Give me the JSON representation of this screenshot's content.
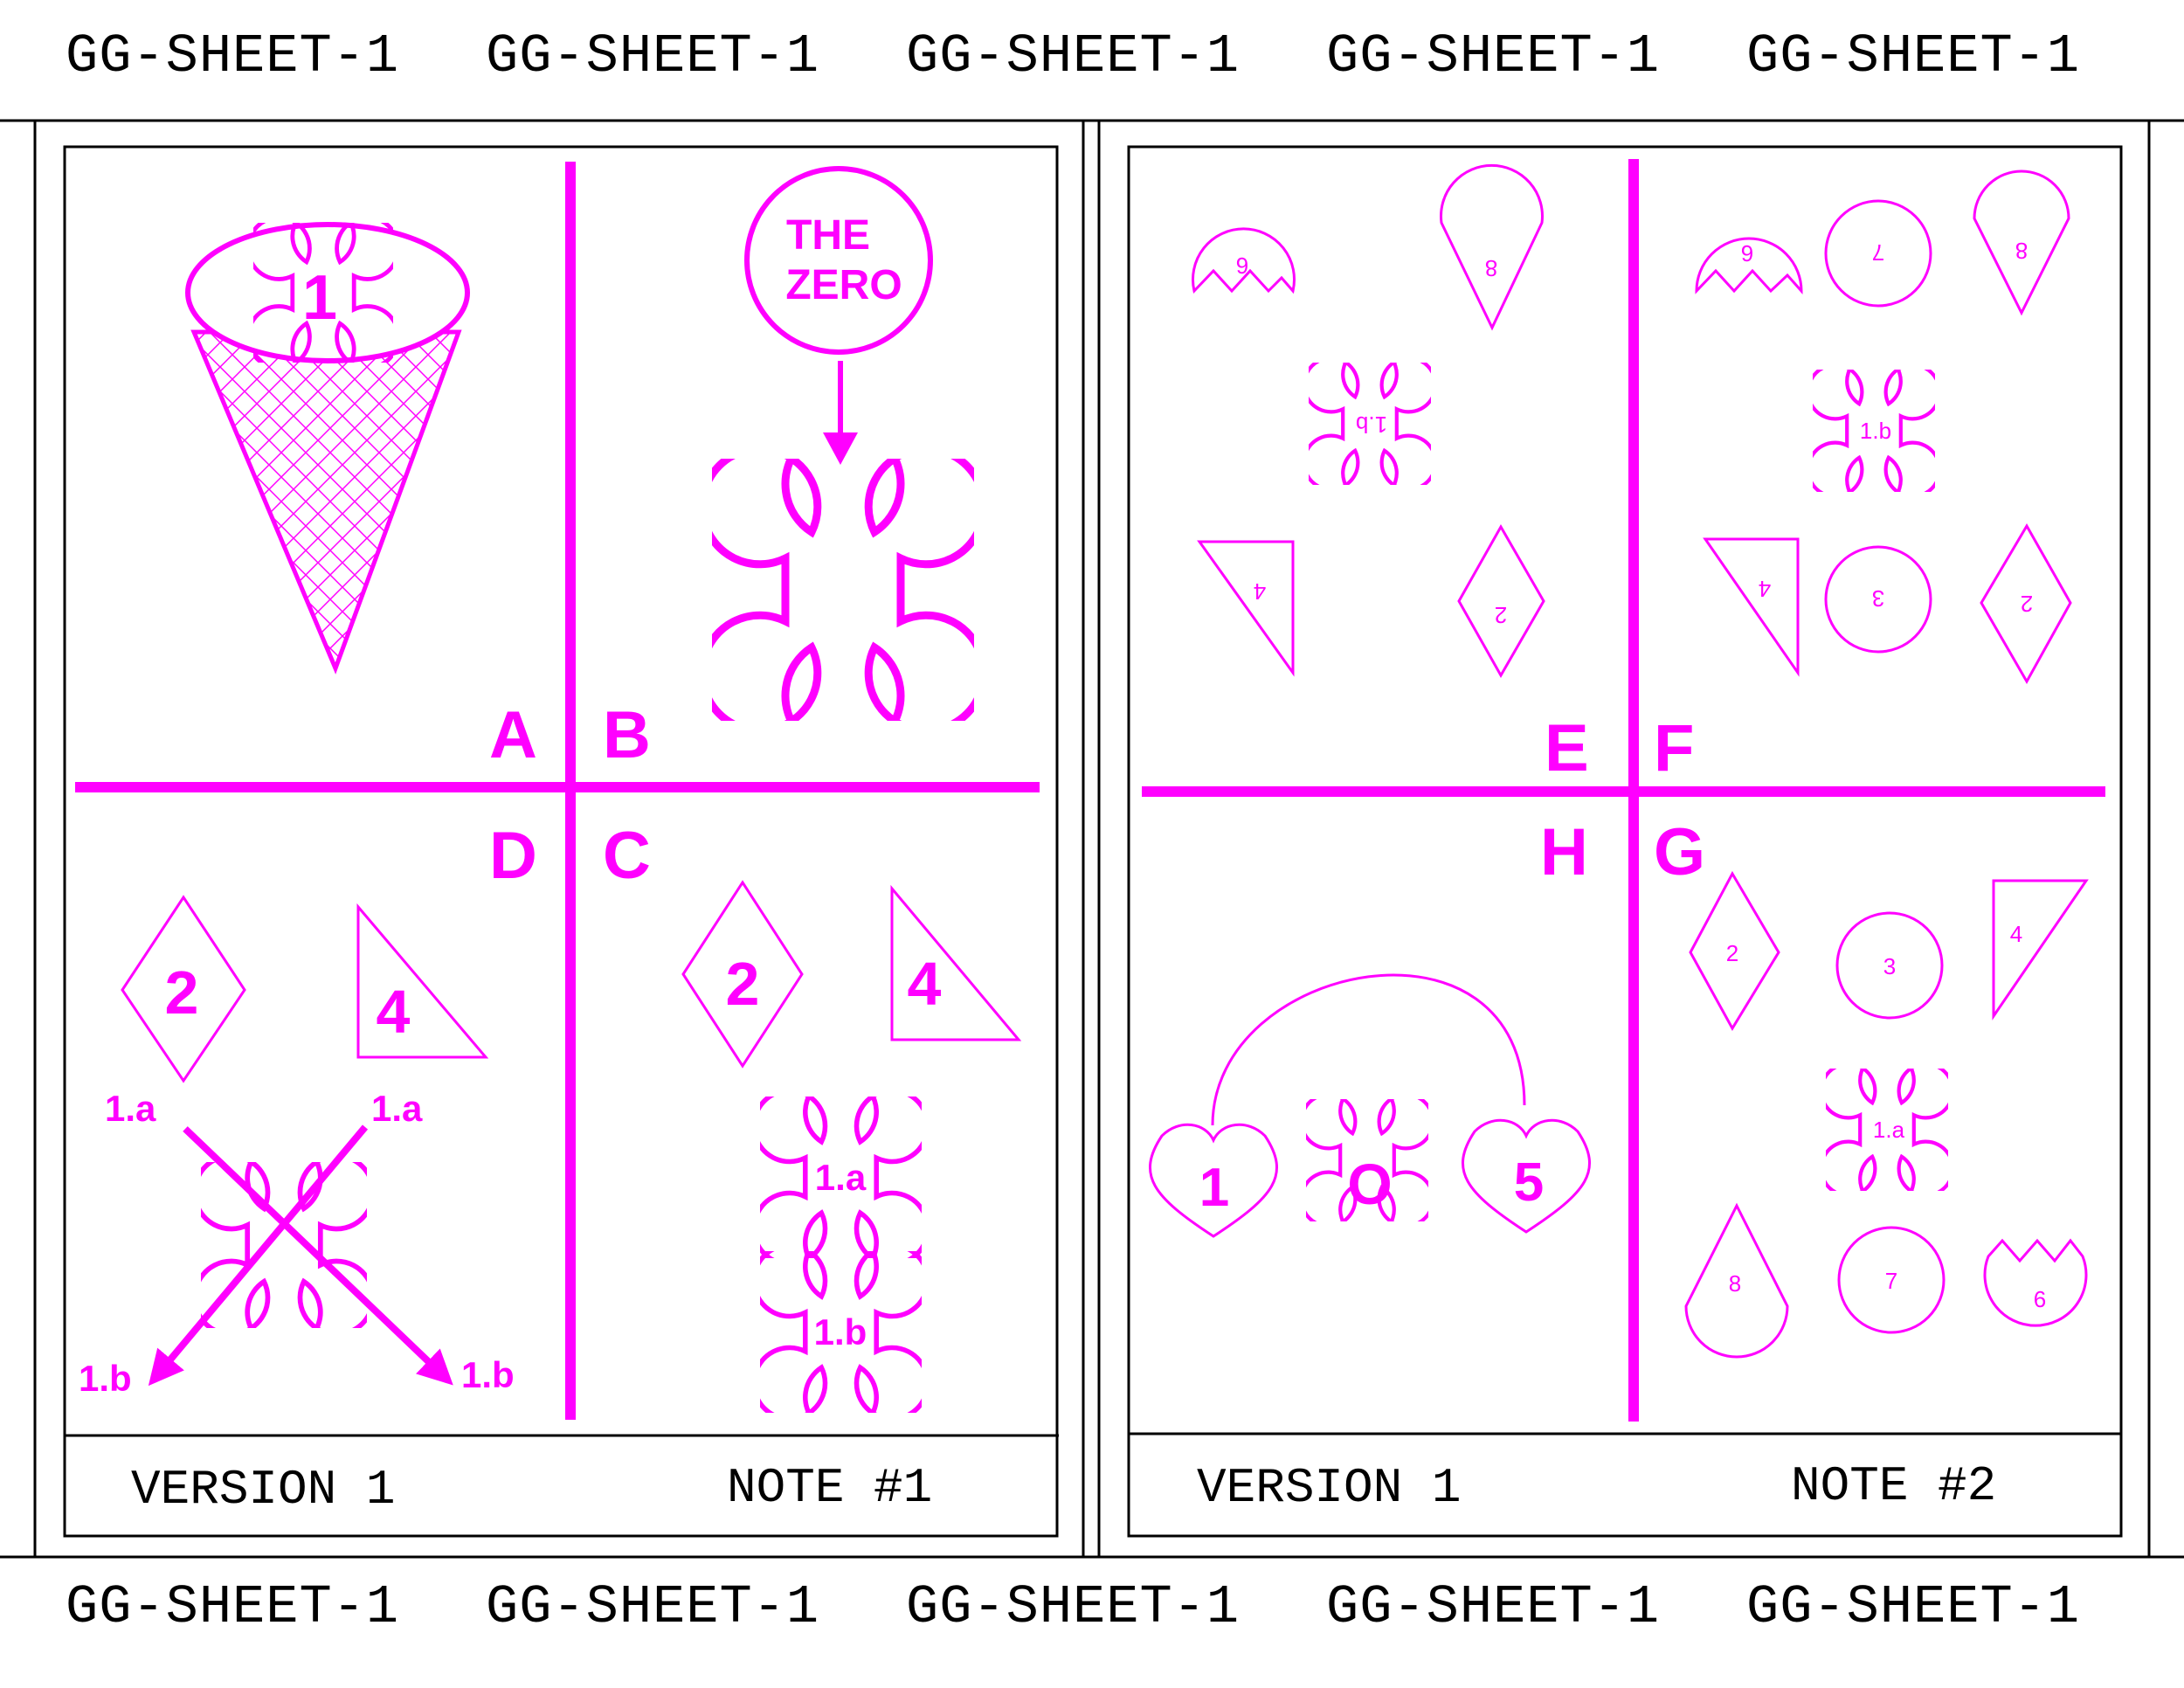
{
  "banner": {
    "label": "GG-SHEET-1",
    "top_items": [
      "GG-SHEET-1",
      "GG-SHEET-1",
      "GG-SHEET-1",
      "GG-SHEET-1",
      "GG-SHEET-1"
    ],
    "bottom_items": [
      "GG-SHEET-1",
      "GG-SHEET-1",
      "GG-SHEET-1",
      "GG-SHEET-1",
      "GG-SHEET-1"
    ]
  },
  "colors": {
    "accent": "#ff00ff",
    "ink": "#000000",
    "paper": "#ffffff"
  },
  "panel1": {
    "quadrants": {
      "a": "A",
      "b": "B",
      "c": "C",
      "d": "D"
    },
    "cone_number": "1",
    "the_zero_line1": "THE",
    "the_zero_line2": "ZERO",
    "d_diamond": "2",
    "d_triangle": "4",
    "d_label_1a_left": "1.a",
    "d_label_1a_right": "1.a",
    "d_label_1b_left": "1.b",
    "d_label_1b_right": "1.b",
    "c_diamond": "2",
    "c_triangle": "4",
    "c_clover_top": "1.a",
    "c_clover_bottom": "1.b",
    "footer_version": "VERSION 1",
    "footer_note": "NOTE #1"
  },
  "panel2": {
    "quadrants": {
      "e": "E",
      "f": "F",
      "g": "G",
      "h": "H"
    },
    "e_items": {
      "pac": "6",
      "drop": "8",
      "clover": "1.b",
      "triangle": "4",
      "diamond": "2"
    },
    "f_items": {
      "pac": "6",
      "circle_top": "7",
      "drop": "8",
      "clover": "1.b",
      "triangle": "4",
      "circle_mid": "3",
      "diamond": "2"
    },
    "g_items": {
      "diamond": "2",
      "circle_top": "3",
      "triangle": "4",
      "clover": "1.a",
      "drop": "8",
      "circle_bottom": "7",
      "pac": "6"
    },
    "h_items": {
      "heart_left": "1",
      "clover": "O",
      "heart_right": "5"
    },
    "footer_version": "VERSION 1",
    "footer_note": "NOTE #2"
  }
}
